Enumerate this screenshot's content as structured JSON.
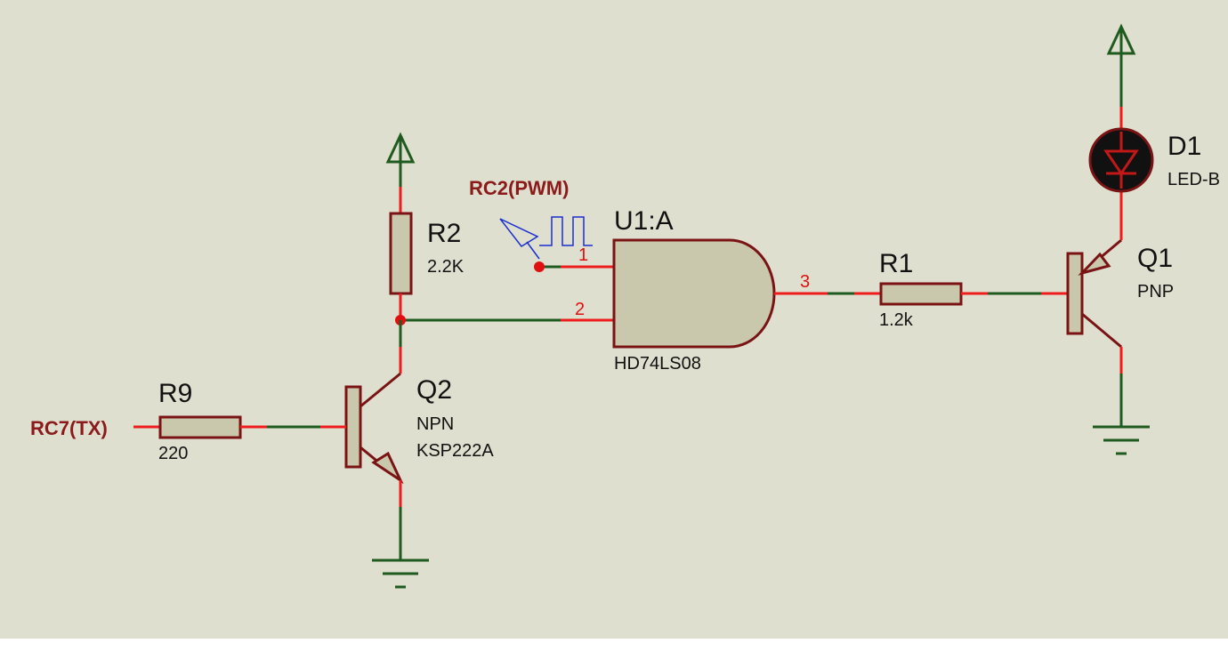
{
  "schematic": {
    "components": {
      "r2": {
        "ref": "R2",
        "value": "2.2K"
      },
      "r9": {
        "ref": "R9",
        "value": "220"
      },
      "r1": {
        "ref": "R1",
        "value": "1.2k"
      },
      "q2": {
        "ref": "Q2",
        "type": "NPN",
        "part": "KSP222A"
      },
      "q1": {
        "ref": "Q1",
        "type": "PNP"
      },
      "d1": {
        "ref": "D1",
        "value": "LED-B"
      },
      "u1": {
        "ref": "U1:A",
        "part": "HD74LS08",
        "pin1": "1",
        "pin2": "2",
        "pin3": "3"
      }
    },
    "nets": {
      "pwm": "RC2(PWM)",
      "tx": "RC7(TX)"
    }
  },
  "colors": {
    "canvas": "#dfdfd0",
    "wire": "#1f5a1f",
    "pin_wire": "#ee1c1c",
    "component_body": "#c9c8ad",
    "component_outline": "#7a1414",
    "net_label": "#8b1a1a",
    "generator_symbol": "#1a2fd0"
  }
}
